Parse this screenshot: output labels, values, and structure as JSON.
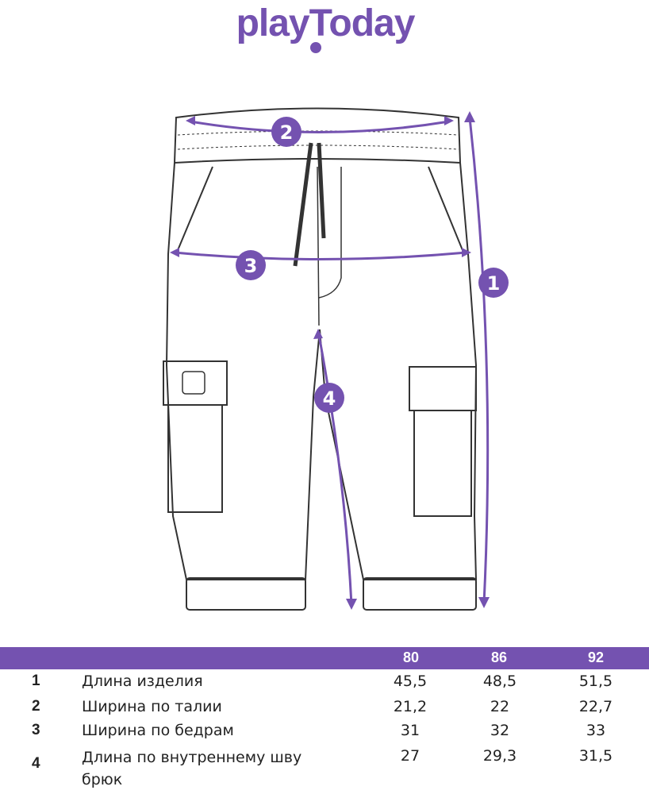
{
  "brand": {
    "logo_text": "playToday",
    "color": "#7452b0"
  },
  "diagram": {
    "markers": [
      "1",
      "2",
      "3",
      "4"
    ]
  },
  "table": {
    "sizes": [
      "80",
      "86",
      "92"
    ],
    "rows": [
      {
        "num": "1",
        "label": "Длина изделия",
        "values": [
          "45,5",
          "48,5",
          "51,5"
        ]
      },
      {
        "num": "2",
        "label": "Ширина по талии",
        "values": [
          "21,2",
          "22",
          "22,7"
        ]
      },
      {
        "num": "3",
        "label": "Ширина по бедрам",
        "values": [
          "31",
          "32",
          "33"
        ]
      },
      {
        "num": "4",
        "label": "Длина по внутреннему шву брюк",
        "values": [
          "27",
          "29,3",
          "31,5"
        ]
      }
    ]
  }
}
